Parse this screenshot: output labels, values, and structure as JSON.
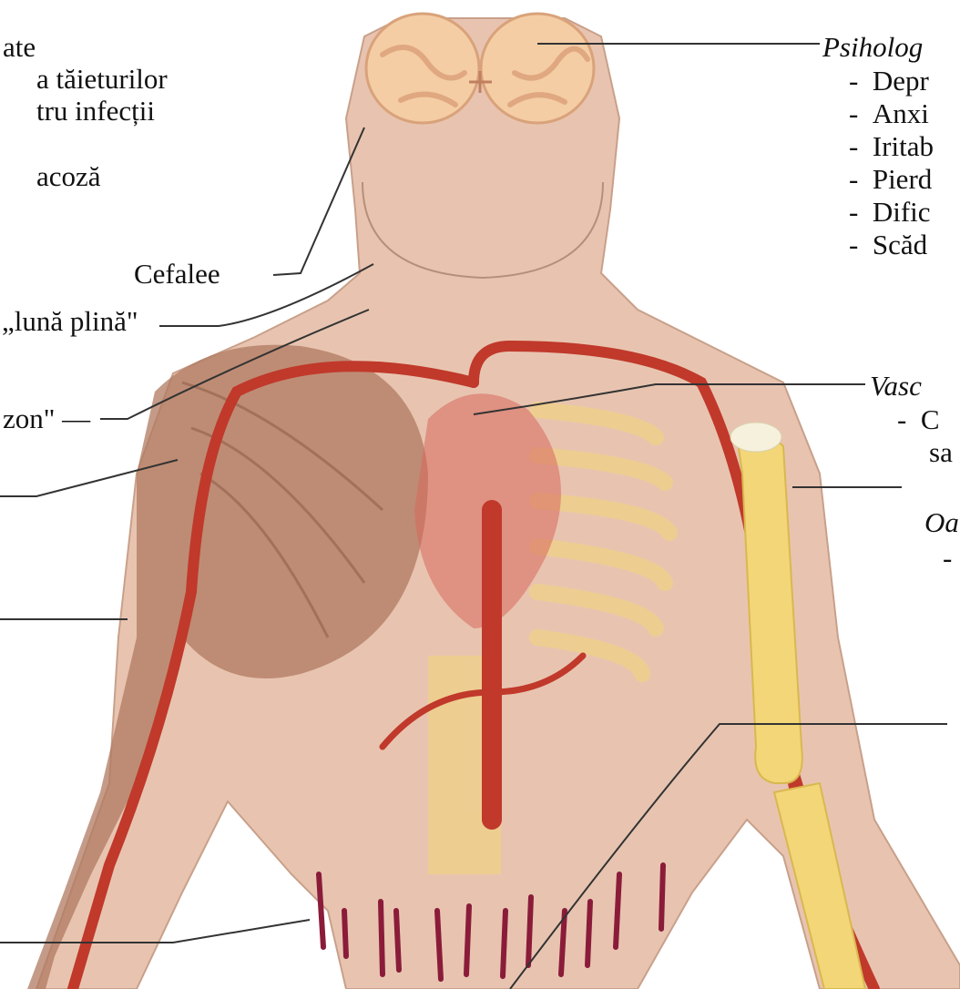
{
  "colors": {
    "skin": "#e8c4b0",
    "skin_outline": "#c8a08a",
    "artery": "#c0392b",
    "bone": "#f2d678",
    "muscle": "#b07a60",
    "brain": "#f4cda5",
    "stretch_marks": "#8a1c3a",
    "leader_line": "#333333"
  },
  "left_labels": {
    "line_1": "ate",
    "line_2": "a tăieturilor",
    "line_3": "tru infecții",
    "line_4": "acoză",
    "headache": "Cefalee",
    "moon_face": "„lună plină\"",
    "buffalo_hump": "zon\" —"
  },
  "right_labels": {
    "psych_header": "Psiholog",
    "psych_items": [
      "Depr",
      "Anxi",
      "Iritab",
      "Pierd",
      "Dific",
      "Scăd"
    ],
    "vasc_header": "Vasc",
    "vasc_line_1": "C",
    "vasc_line_2": "sa",
    "bone_header": "Oa",
    "bone_dash": "-"
  },
  "icons": [
    "brain-icon",
    "heart-icon",
    "skeleton-icon",
    "bone-icon",
    "muscle-icon"
  ]
}
